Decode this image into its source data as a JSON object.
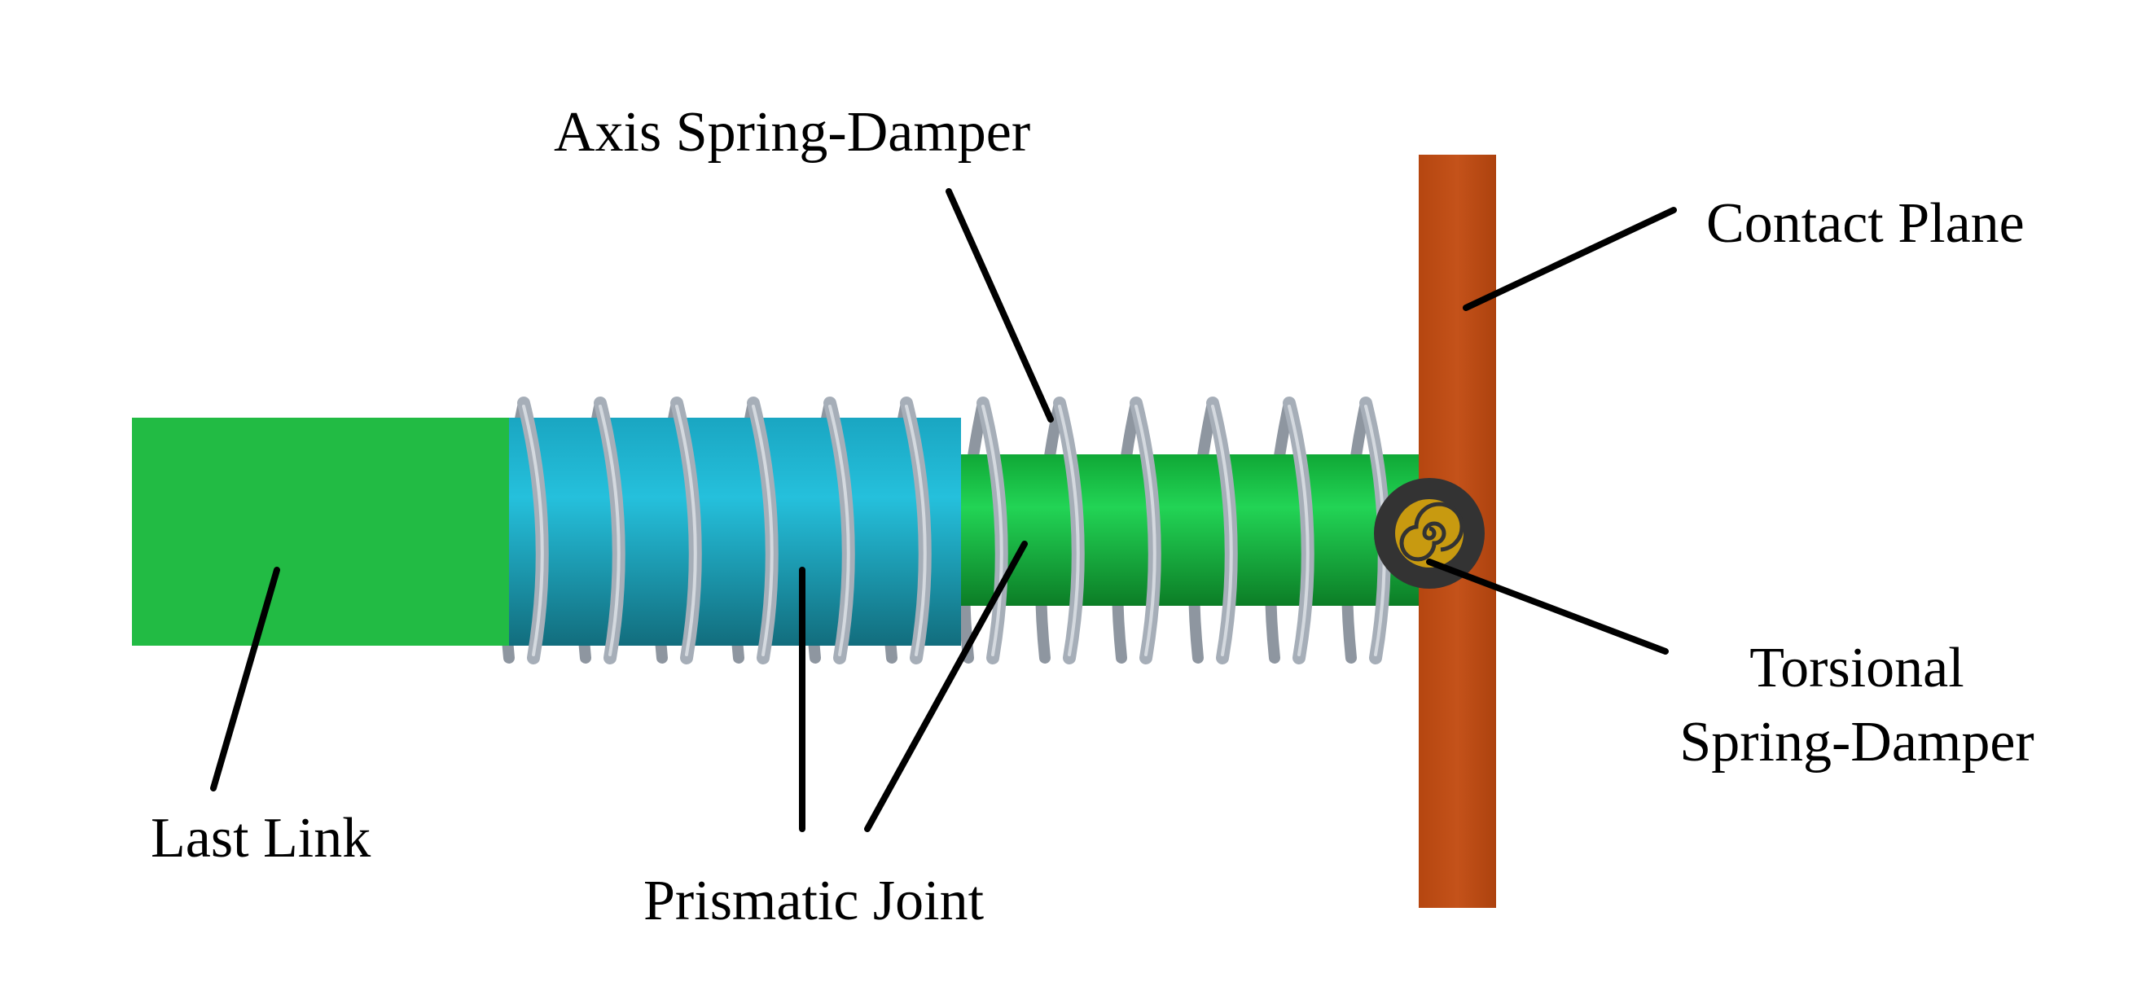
{
  "labels": {
    "last_link": "Last Link",
    "prismatic_joint": "Prismatic Joint",
    "axis_spring_damper": "Axis Spring-Damper",
    "contact_plane": "Contact Plane",
    "torsional_line1": "Torsional",
    "torsional_line2": "Spring-Damper"
  },
  "colors": {
    "last_link": "#22bb44",
    "prismatic_outer_light": "#22bbd8",
    "prismatic_outer_dark": "#157d8e",
    "inner_rod_light": "#20d050",
    "inner_rod_dark": "#0e8a2a",
    "spring_coil": "#a6aeb8",
    "contact_plane": "#b84a12",
    "torsional_outer": "#333333",
    "torsional_inner": "#c89a10",
    "leader_line": "#000000"
  }
}
